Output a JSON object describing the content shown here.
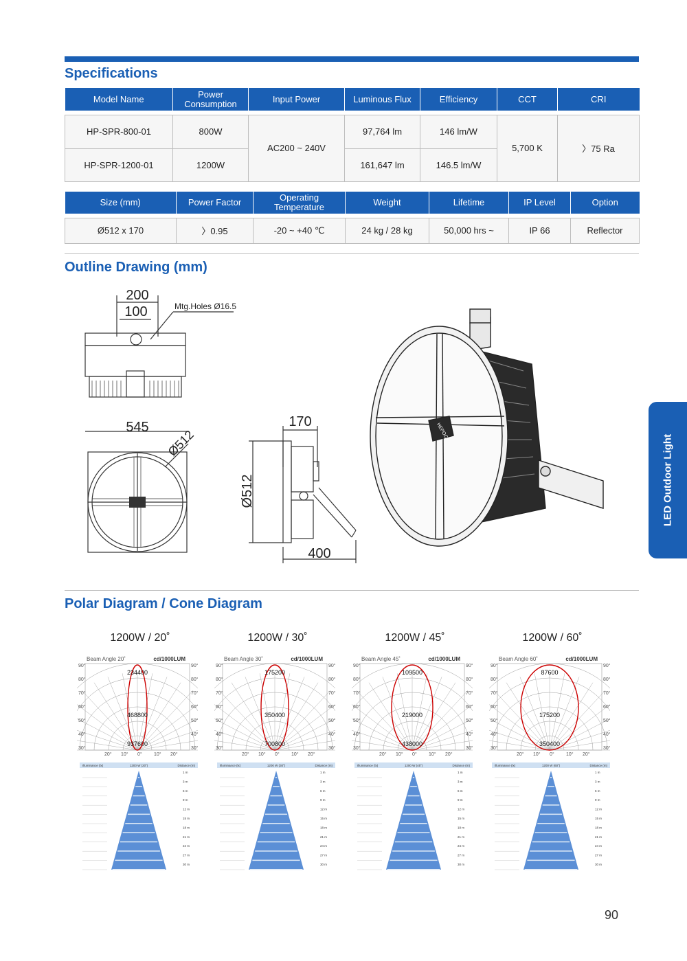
{
  "specs": {
    "title": "Specifications",
    "headers1": [
      "Model Name",
      "Power Consumption",
      "Input Power",
      "Luminous Flux",
      "Efficiency",
      "CCT",
      "CRI"
    ],
    "rows1": [
      {
        "model": "HP-SPR-800-01",
        "power": "800W",
        "flux": "97,764 lm",
        "eff": "146 lm/W"
      },
      {
        "model": "HP-SPR-1200-01",
        "power": "1200W",
        "flux": "161,647 lm",
        "eff": "146.5 lm/W"
      }
    ],
    "input_power": "AC200 ~ 240V",
    "cct": "5,700 K",
    "cri": "〉75 Ra",
    "headers2": [
      "Size (mm)",
      "Power Factor",
      "Operating Temperature",
      "Weight",
      "Lifetime",
      "IP Level",
      "Option"
    ],
    "row2": [
      "Ø512 x 170",
      "〉0.95",
      "-20 ~ +40 ℃",
      "24 kg / 28 kg",
      "50,000 hrs ~",
      "IP 66",
      "Reflector"
    ]
  },
  "outline": {
    "title": "Outline Drawing (mm)",
    "dims": {
      "d200": "200",
      "d100": "100",
      "holes": "Mtg.Holes Ø16.5",
      "d545": "545",
      "d512a": "Ø512",
      "d170": "170",
      "d512b": "Ø512",
      "d400": "400"
    },
    "logo": "HEPOC"
  },
  "polar": {
    "title": "Polar Diagram / Cone Diagram",
    "unit": "cd/1000LUM",
    "angles_left": [
      "90°",
      "80°",
      "70°",
      "60°",
      "50°",
      "40°",
      "30°"
    ],
    "angles_bottom": [
      "20°",
      "10°",
      "0°",
      "10°",
      "20°"
    ],
    "diagrams": [
      {
        "heading": "1200W / 20˚",
        "beam": "Beam Angle 20˚",
        "vals": [
          "234400",
          "468800",
          "937600"
        ]
      },
      {
        "heading": "1200W / 30˚",
        "beam": "Beam Angle 30˚",
        "vals": [
          "175200",
          "350400",
          "700800"
        ]
      },
      {
        "heading": "1200W / 45˚",
        "beam": "Beam Angle 45˚",
        "vals": [
          "109500",
          "219000",
          "438000"
        ]
      },
      {
        "heading": "1200W / 60˚",
        "beam": "Beam Angle 60˚",
        "vals": [
          "87600",
          "175200",
          "350400"
        ]
      }
    ],
    "cone": {
      "col1": "Illuminance (lx)",
      "col3": "Distance (m)",
      "heads": [
        "1200 W (20˚)",
        "1200 W (30˚)",
        "1200 W (45˚)",
        "1200 W (60˚)"
      ],
      "distances": [
        "1 m",
        "3 m",
        "6 m",
        "9 m",
        "12 m",
        "15 m",
        "18 m",
        "21 m",
        "24 m",
        "27 m",
        "30 m"
      ]
    }
  },
  "side_tab": "LED Outdoor Light",
  "page_number": "90",
  "colors": {
    "brand": "#1a5fb4",
    "highlight": "#cc0000"
  }
}
